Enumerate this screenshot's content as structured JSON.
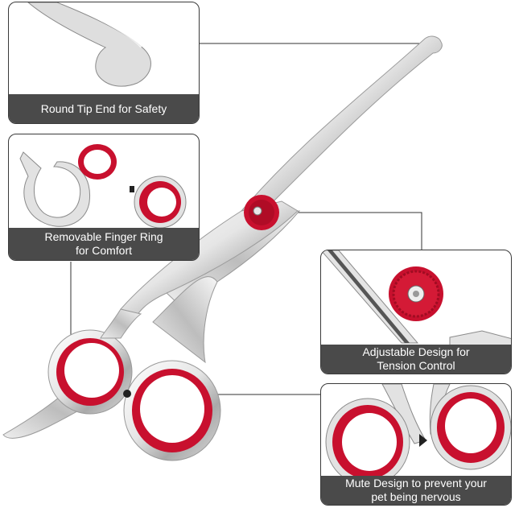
{
  "callouts": {
    "safety": {
      "line1": "Round Tip End for Safety",
      "line2": ""
    },
    "finger_ring": {
      "line1": "Removable Finger Ring",
      "line2": "for Comfort"
    },
    "tension": {
      "line1": "Adjustable Design for",
      "line2": "Tension Control"
    },
    "mute": {
      "line1": "Mute Design to prevent your",
      "line2": "pet being nervous"
    }
  },
  "colors": {
    "accent_red": "#c8102e",
    "steel_light": "#f2f2f2",
    "steel_dark": "#8c8c8c",
    "caption_bg": "#4a4a4a",
    "frame": "#3a3a3a"
  }
}
